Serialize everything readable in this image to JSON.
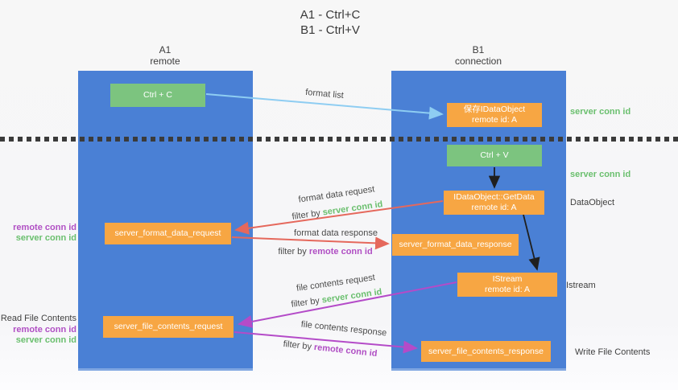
{
  "title": {
    "line1": "A1 - Ctrl+C",
    "line2": "B1 - Ctrl+V"
  },
  "lanes": {
    "left": {
      "title": "A1",
      "subtitle": "remote"
    },
    "right": {
      "title": "B1",
      "subtitle": "connection"
    }
  },
  "nodes": {
    "ctrl_c": {
      "label": "Ctrl + C"
    },
    "ctrl_v": {
      "label": "Ctrl + V"
    },
    "save_idataobject": {
      "line1": "保存IDataObject",
      "line2": "remote id: A"
    },
    "getdata": {
      "line1": "IDataObject::GetData",
      "line2": "remote id: A"
    },
    "istream": {
      "line1": "IStream",
      "line2": "remote id: A"
    },
    "format_request": {
      "label": "server_format_data_request"
    },
    "format_response": {
      "label": "server_format_data_response"
    },
    "file_request": {
      "label": "server_file_contents_request"
    },
    "file_response": {
      "label": "server_file_contents_response"
    }
  },
  "flow_labels": {
    "format_list": "format list",
    "format_data_request": "format data request",
    "filter_by_server_1": {
      "prefix": "filter by ",
      "id": "server conn id"
    },
    "format_data_response": "format data response",
    "filter_by_remote_1": {
      "prefix": "filter by ",
      "id": "remote conn id"
    },
    "file_contents_request": "file contents request",
    "filter_by_server_2": {
      "prefix": "filter by ",
      "id": "server conn id"
    },
    "file_contents_response": "file contents response",
    "filter_by_remote_2": {
      "prefix": "filter by ",
      "id": "remote conn id"
    }
  },
  "annotations": {
    "right_server_conn_1": "server conn id",
    "right_server_conn_2": "server conn id",
    "dataobject": "DataObject",
    "istream": "Istream",
    "write_file_contents": "Write File Contents",
    "left_remote_conn_1": "remote conn id",
    "left_server_conn_1": "server conn id",
    "read_file_contents": "Read File Contents",
    "left_remote_conn_2": "remote conn id",
    "left_server_conn_2": "server conn id"
  },
  "colors": {
    "lane_blue": "#4a80d5",
    "node_orange": "#f7a643",
    "node_green": "#7cc47f",
    "arrow_blue": "#8ecdf2",
    "arrow_black": "#1f1f1f",
    "arrow_red": "#e5685c",
    "arrow_purple": "#b44bc8",
    "label_green": "#6abf6e",
    "label_purple": "#b04fc4"
  }
}
